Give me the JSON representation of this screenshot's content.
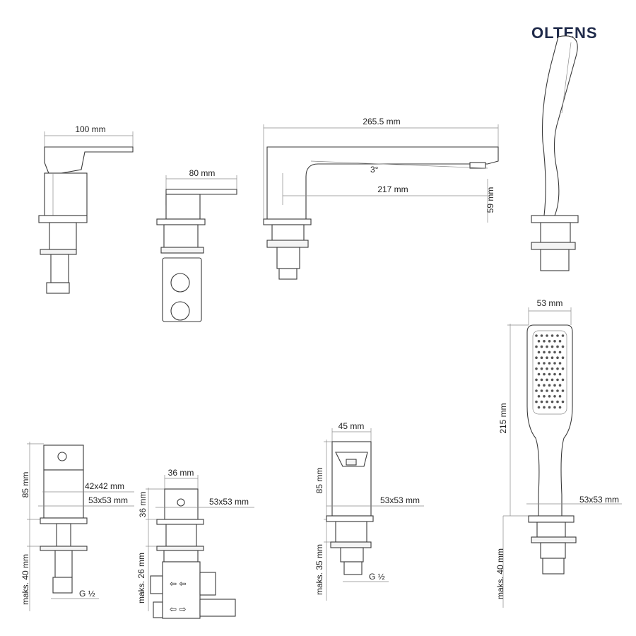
{
  "brand": {
    "name": "OLTENS",
    "color": "#1f2a4a"
  },
  "top_view": {
    "mixer_width": "100 mm",
    "diverter_width": "80 mm",
    "spout_length": "265.5 mm",
    "spout_angle": "3°",
    "spout_reach": "217 mm",
    "spout_height": "59 mm"
  },
  "bottom_view": {
    "hand_shower_width": "53 mm",
    "hand_shower_height": "215 mm",
    "hand_shower_base": "53x53 mm",
    "hand_shower_max_depth": "maks. 40 mm",
    "spout_width": "45 mm",
    "spout_height": "85 mm",
    "spout_base": "53x53 mm",
    "spout_max_depth": "maks. 35 mm",
    "spout_thread": "G ½",
    "mixer_height": "85 mm",
    "mixer_body": "42x42 mm",
    "mixer_base": "53x53 mm",
    "mixer_max_depth": "maks. 40 mm",
    "mixer_thread": "G ½",
    "diverter_width": "36 mm",
    "diverter_height": "36 mm",
    "diverter_base": "53x53 mm",
    "diverter_max_depth": "maks. 26 mm"
  }
}
